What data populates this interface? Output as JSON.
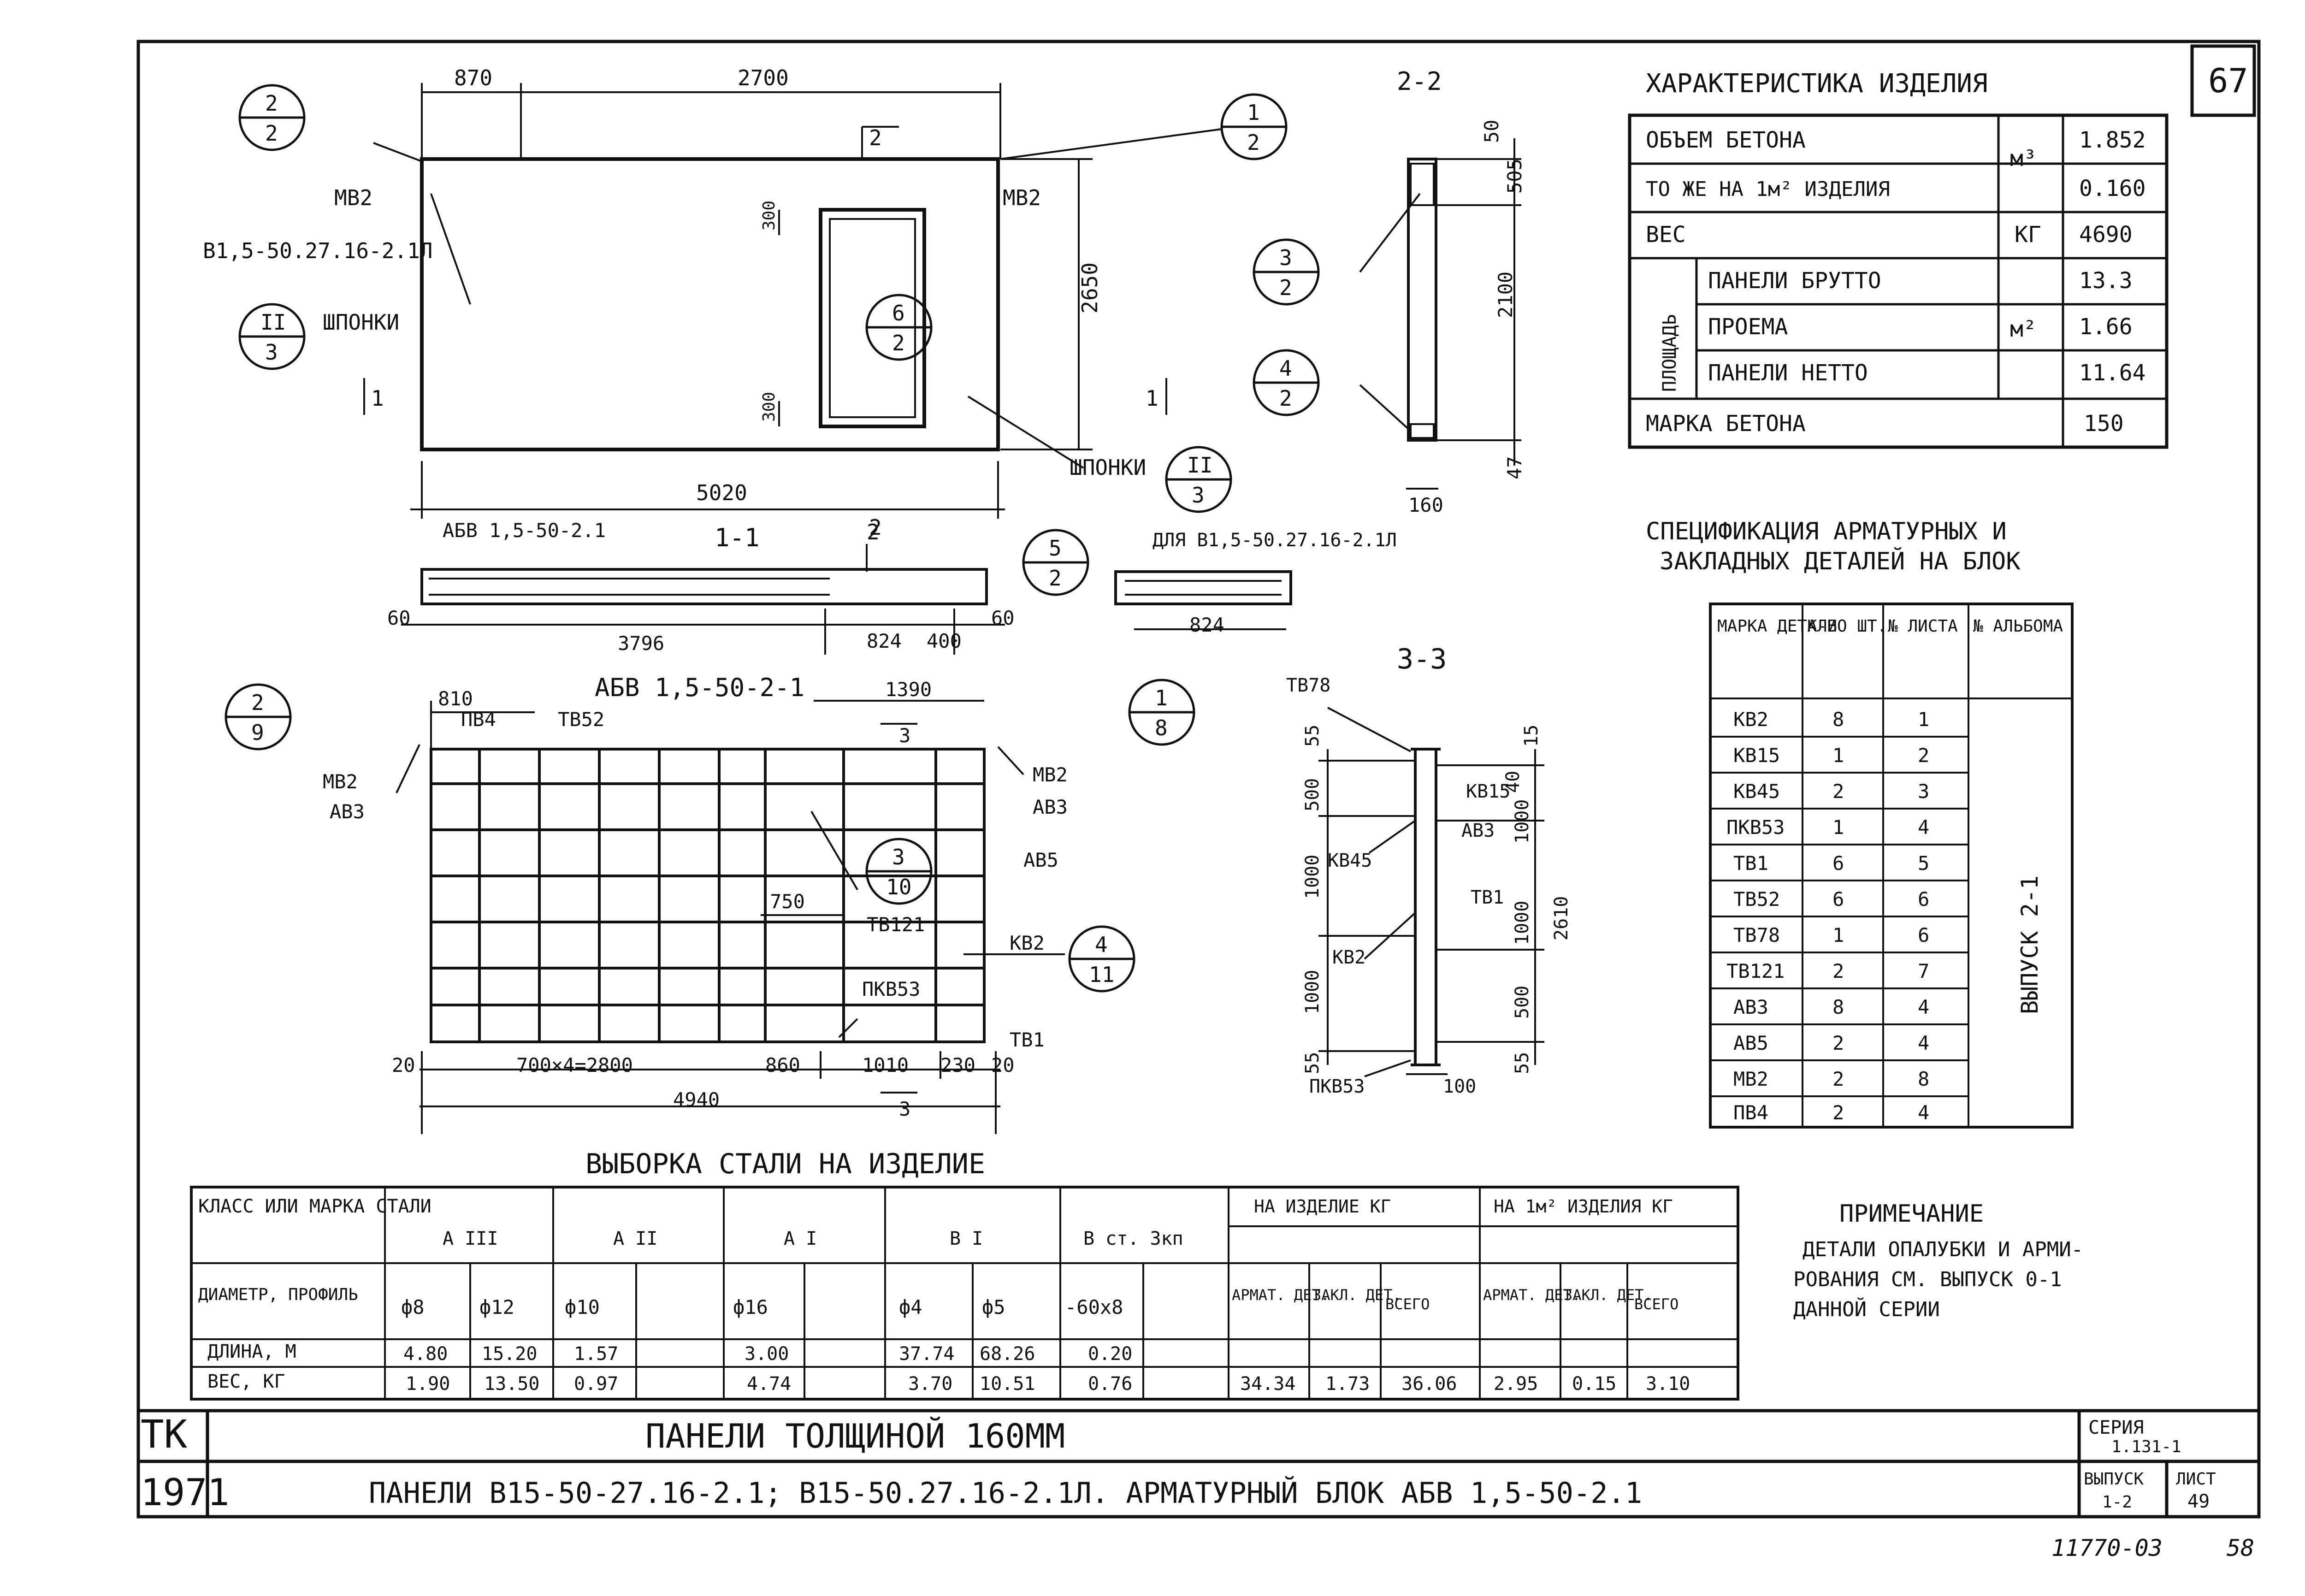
{
  "sheet": {
    "page_number": "67",
    "org": "ТК",
    "year": "1971",
    "title_main": "ПАНЕЛИ ТОЛЩИНОЙ 160ММ",
    "title_sub": "ПАНЕЛИ В15-50-27.16-2.1; В15-50.27.16-2.1Л. АРМАТУРНЫЙ БЛОК АБВ 1,5-50-2.1",
    "series_label": "СЕРИЯ",
    "series_value": "1.131-1",
    "issue_label": "ВЫПУСК",
    "issue_value": "1-2",
    "sheet_label": "ЛИСТ",
    "sheet_value": "49",
    "stamp": "11770-03",
    "stamp_page": "58"
  },
  "panel_view": {
    "dims": [
      "870",
      "2700",
      "2650",
      "5020",
      "300",
      "300"
    ],
    "labels": [
      "МВ2",
      "МВ2",
      "В1,5-50.27.16-2.1Л",
      "ШПОНКИ",
      "ШПОНКИ",
      "2",
      "2",
      "1",
      "1"
    ],
    "callouts": [
      {
        "top": "2",
        "bottom": "2"
      },
      {
        "top": "1",
        "bottom": "2"
      },
      {
        "top": "II",
        "bottom": "3"
      },
      {
        "top": "6",
        "bottom": "2"
      },
      {
        "top": "II",
        "bottom": "3"
      }
    ]
  },
  "section_2_2": {
    "title": "2-2",
    "dims": [
      "50",
      "505",
      "2100",
      "47",
      "160"
    ],
    "callouts": [
      {
        "top": "3",
        "bottom": "2"
      },
      {
        "top": "4",
        "bottom": "2"
      }
    ]
  },
  "section_1_1": {
    "title": "1-1",
    "labels": [
      "АБВ 1,5-50-2.1",
      "ДЛЯ В1,5-50.27.16-2.1Л",
      "2"
    ],
    "dims": [
      "60",
      "3796",
      "824",
      "400",
      "60",
      "824"
    ],
    "callouts": [
      {
        "top": "5",
        "bottom": "2"
      }
    ]
  },
  "rebar_block": {
    "title": "АБВ 1,5-50-2-1",
    "dims": [
      "810",
      "1390",
      "750",
      "20",
      "700×4=2800",
      "860",
      "1010",
      "230",
      "20",
      "4940"
    ],
    "labels": [
      "ПВ4",
      "ТВ52",
      "МВ2",
      "АВ3",
      "МВ2",
      "АВ3",
      "АВ5",
      "ТВ121",
      "КВ2",
      "ПКВ53",
      "ТВ1",
      "3",
      "3"
    ],
    "callouts": [
      {
        "top": "2",
        "bottom": "9"
      },
      {
        "top": "1",
        "bottom": "8"
      },
      {
        "top": "3",
        "bottom": "10"
      },
      {
        "top": "4",
        "bottom": "11"
      }
    ]
  },
  "section_3_3": {
    "title": "3-3",
    "labels": [
      "ТВ78",
      "КВ15",
      "АВ3",
      "КВ45",
      "ТВ1",
      "КВ2",
      "ПКВ53"
    ],
    "dims_left": [
      "55",
      "500",
      "1000",
      "1000",
      "55"
    ],
    "dims_right": [
      "15",
      "40",
      "1000",
      "1000",
      "500",
      "55"
    ],
    "dim_total": "2610",
    "dim_bottom": "100"
  },
  "characteristics": {
    "title": "ХАРАКТЕРИСТИКА ИЗДЕЛИЯ",
    "rows": [
      {
        "label": "ОБЪЕМ БЕТОНА",
        "unit": "м³",
        "value": "1.852"
      },
      {
        "label": "ТО ЖЕ НА 1м² ИЗДЕЛИЯ",
        "unit": "",
        "value": "0.160"
      },
      {
        "label": "ВЕС",
        "unit": "КГ",
        "value": "4690"
      },
      {
        "label": "ПАНЕЛИ БРУТТО",
        "unit": "м²",
        "value": "13.3"
      },
      {
        "label": "ПРОЕМА",
        "unit": "",
        "value": "1.66"
      },
      {
        "label": "ПАНЕЛИ НЕТТО",
        "unit": "",
        "value": "11.64"
      },
      {
        "label": "МАРКА БЕТОНА",
        "unit": "",
        "value": "150"
      }
    ],
    "group_label": "ПЛОЩАДЬ"
  },
  "specification": {
    "title_line1": "СПЕЦИФИКАЦИЯ АРМАТУРНЫХ И",
    "title_line2": "ЗАКЛАДНЫХ ДЕТАЛЕЙ НА БЛОК",
    "headers": [
      "МАРКА ДЕТАЛИ",
      "К-ВО ШТ.",
      "№ ЛИСТА",
      "№ АЛЬБОМА"
    ],
    "rows": [
      [
        "КВ2",
        "8",
        "1"
      ],
      [
        "КВ15",
        "1",
        "2"
      ],
      [
        "КВ45",
        "2",
        "3"
      ],
      [
        "ПКВ53",
        "1",
        "4"
      ],
      [
        "ТВ1",
        "6",
        "5"
      ],
      [
        "ТВ52",
        "6",
        "6"
      ],
      [
        "ТВ78",
        "1",
        "6"
      ],
      [
        "ТВ121",
        "2",
        "7"
      ],
      [
        "АВ3",
        "8",
        "4"
      ],
      [
        "АВ5",
        "2",
        "4"
      ],
      [
        "МВ2",
        "2",
        "8"
      ],
      [
        "ПВ4",
        "2",
        "4"
      ]
    ],
    "album": "ВЫПУСК 2-1"
  },
  "steel": {
    "title": "ВЫБОРКА СТАЛИ НА ИЗДЕЛИЕ",
    "row_labels": [
      "КЛАСС ИЛИ МАРКА СТАЛИ",
      "ДИАМЕТР, ПРОФИЛЬ",
      "ДЛИНА, М",
      "ВЕС, КГ"
    ],
    "classes": [
      "А III",
      "А II",
      "А I",
      "В I",
      "В ст. 3кп"
    ],
    "totals_izd": "НА ИЗДЕЛИЕ КГ",
    "totals_m2": "НА 1м² ИЗДЕЛИЯ КГ",
    "sub_headers": [
      "АРМАТ. ДЕТ.",
      "ЗАКЛ. ДЕТ.",
      "ВСЕГО",
      "АРМАТ. ДЕТ.",
      "ЗАКЛ. ДЕТ.",
      "ВСЕГО"
    ],
    "profiles": [
      "ф8",
      "ф12",
      "ф10",
      "",
      "ф16",
      "",
      "ф4",
      "ф5",
      "-60х8",
      ""
    ],
    "lengths": [
      "4.80",
      "15.20",
      "1.57",
      "",
      "3.00",
      "",
      "37.74",
      "68.26",
      "0.20",
      ""
    ],
    "weights": [
      "1.90",
      "13.50",
      "0.97",
      "",
      "4.74",
      "",
      "3.70",
      "10.51",
      "0.76",
      ""
    ],
    "weight_totals": [
      "34.34",
      "1.73",
      "36.06",
      "2.95",
      "0.15",
      "3.10"
    ]
  },
  "note": {
    "title": "ПРИМЕЧАНИЕ",
    "lines": [
      "ДЕТАЛИ ОПАЛУБКИ И АРМИ-",
      "РОВАНИЯ СМ. ВЫПУСК 0-1",
      "ДАННОЙ СЕРИИ"
    ]
  }
}
